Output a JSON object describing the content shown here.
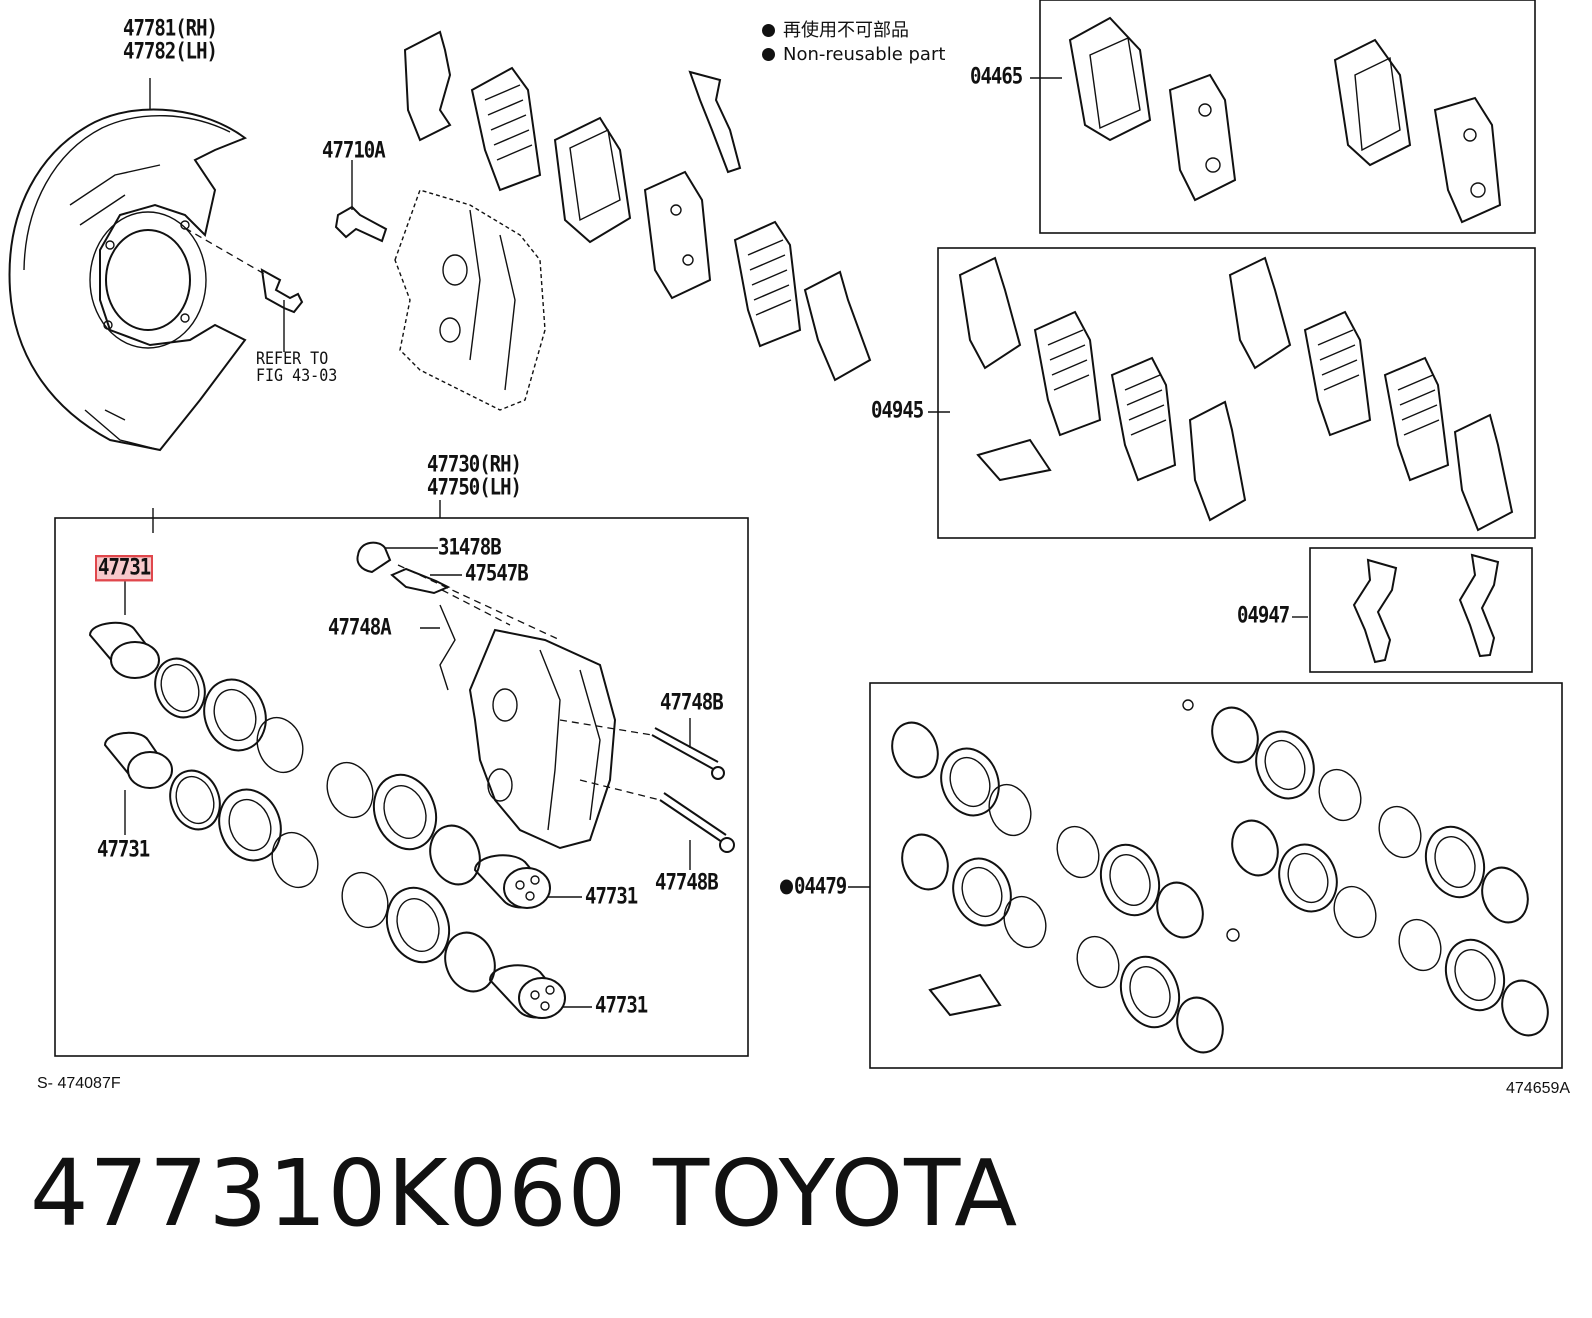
{
  "legend": {
    "line_jp": "再使用不可部品",
    "line_en": "Non-reusable part"
  },
  "labels": {
    "shield_rh": "47781(RH)",
    "shield_lh": "47782(LH)",
    "bolt": "47710A",
    "refer_line1": "REFER TO",
    "refer_line2": "FIG 43-03",
    "caliper_rh": "47730(RH)",
    "caliper_lh": "47750(LH)",
    "piston_highlight": "47731",
    "cap": "31478B",
    "bleeder": "47547B",
    "spring_clip": "47748A",
    "pin_upper": "47748B",
    "pin_lower": "47748B",
    "piston_lower_left": "47731",
    "piston_mid": "47731",
    "piston_bottom": "47731",
    "pad_kit": "04465",
    "shim_kit": "04945",
    "spring_kit": "04947",
    "seal_kit": "04479"
  },
  "footer": {
    "left_ref": "S-  474087F",
    "right_ref": "474659A"
  },
  "caption": {
    "part_number": "477310K060",
    "brand": "TOYOTA"
  },
  "colors": {
    "highlight_border": "#e0474c",
    "highlight_fill": "#f7c9cb",
    "ink": "#111111"
  },
  "icons": [
    "non-reusable-dot-icon"
  ]
}
